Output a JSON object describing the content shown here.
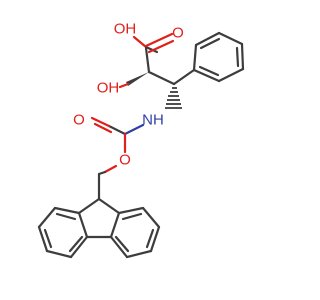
{
  "molecule": {
    "atoms": {
      "acid_oh": "OH",
      "acid_carbonyl_o": "O",
      "hydroxyl": "OH",
      "amine": "NH",
      "carbamate_carbonyl_o": "O",
      "ester_o": "O"
    }
  },
  "colors": {
    "bond": "#3d3d3d",
    "oxygen": "#e0201b",
    "nitrogen": "#2f3fa8",
    "background": "#ffffff"
  }
}
